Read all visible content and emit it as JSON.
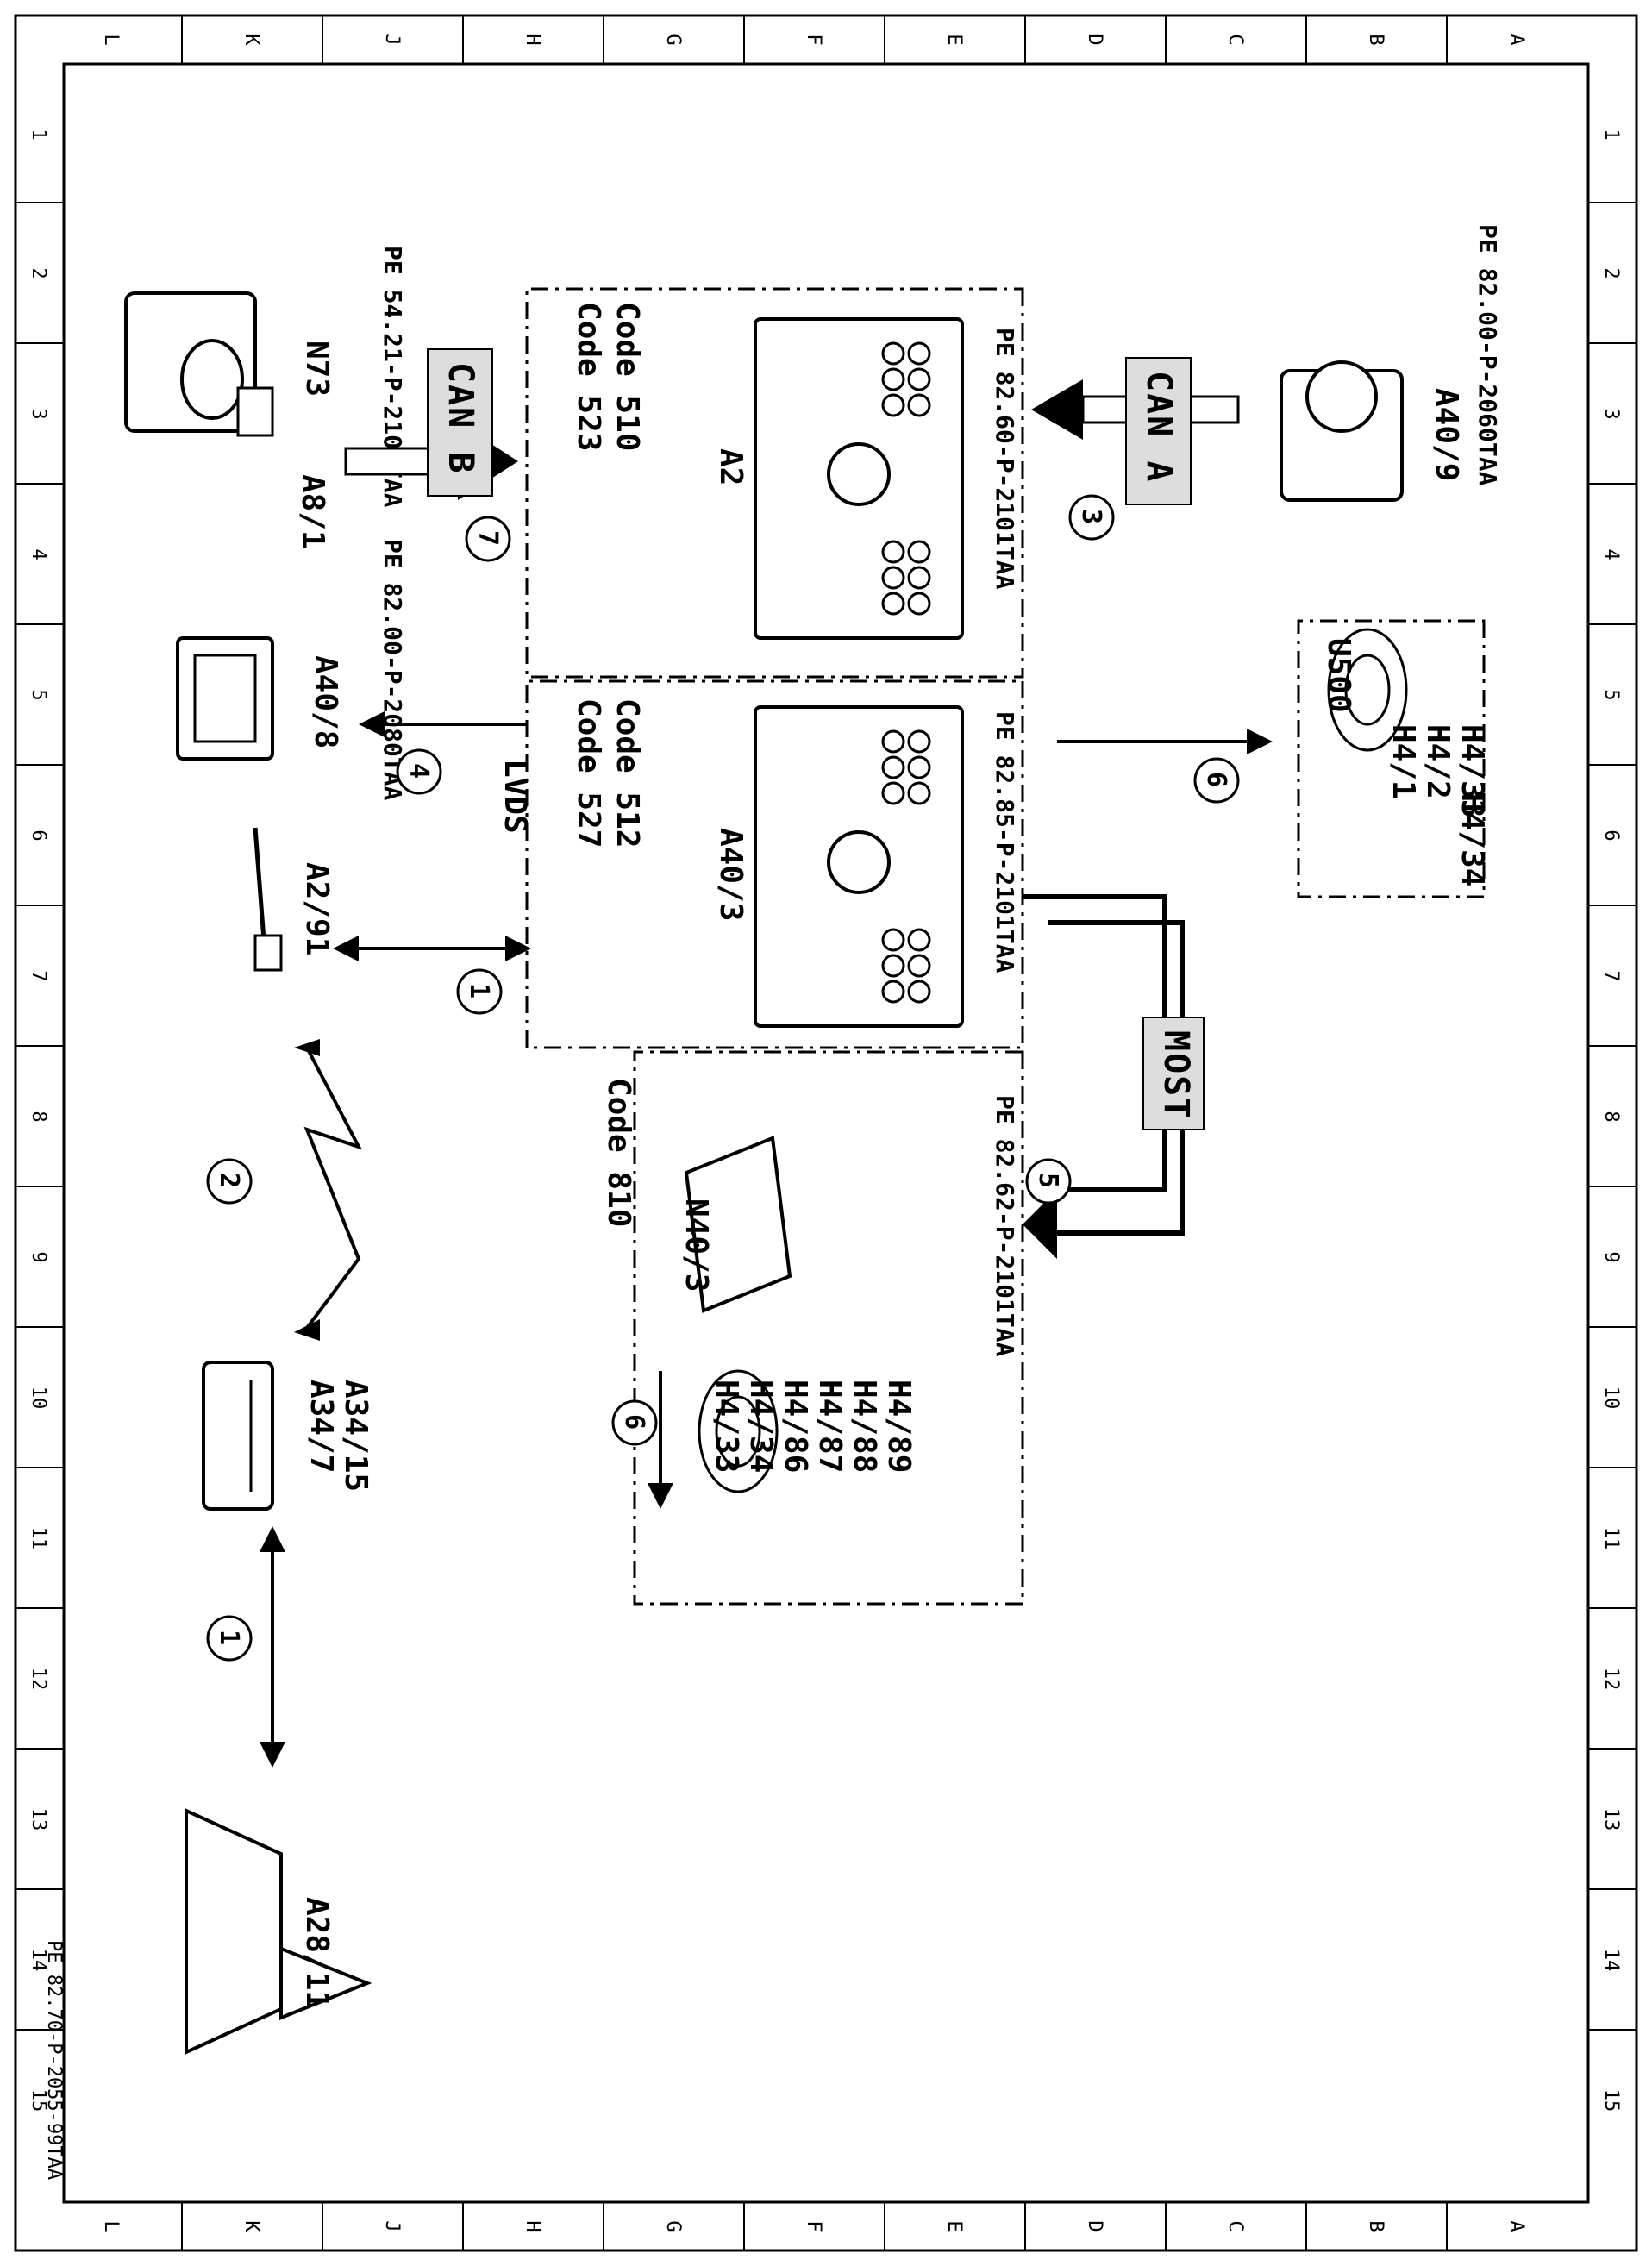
{
  "frame": {
    "columns": [
      "L",
      "K",
      "J",
      "H",
      "G",
      "F",
      "E",
      "D",
      "C",
      "B",
      "A"
    ],
    "rows": [
      "1",
      "2",
      "3",
      "4",
      "5",
      "6",
      "7",
      "8",
      "9",
      "10",
      "11",
      "12",
      "13",
      "14",
      "15"
    ],
    "doc_id": "PE 82.70-P-2055-99TAA"
  },
  "components": {
    "n73": {
      "label": "N73",
      "ref": "PE 54.21-P-2104TAA"
    },
    "a8_1": {
      "label": "A8/1"
    },
    "a40_8": {
      "label": "A40/8",
      "ref": "PE 82.00-P-2080TAA"
    },
    "a2_91": {
      "label": "A2/91"
    },
    "a34": {
      "label1": "A34/7",
      "label2": "A34/15"
    },
    "a28_11": {
      "label": "A28/11"
    },
    "a2": {
      "label": "A2",
      "code1": "Code 510",
      "code2": "Code 523",
      "ref": "PE 82.60-P-2101TAA"
    },
    "a40_3": {
      "label": "A40/3",
      "code1": "Code 512",
      "code2": "Code 527",
      "ref": "PE 82.85-P-2101TAA"
    },
    "n40_3": {
      "label": "N40/3",
      "code": "Code 810",
      "ref": "PE 82.62-P-2101TAA",
      "speakers": [
        "H4/33",
        "H4/34",
        "H4/86",
        "H4/87",
        "H4/88",
        "H4/89"
      ]
    },
    "a40_9": {
      "label": "A40/9",
      "ref": "PE 82.00-P-2060TAA"
    },
    "u500": {
      "label": "U500",
      "speakers": [
        "H4/1",
        "H4/2",
        "H4/33",
        "H4/34"
      ]
    }
  },
  "buses": {
    "can_b": "CAN B",
    "can_a": "CAN A",
    "lvds": "LVDS",
    "most": "MOST"
  },
  "connections": [
    "1",
    "2",
    "3",
    "4",
    "5",
    "6",
    "7"
  ]
}
